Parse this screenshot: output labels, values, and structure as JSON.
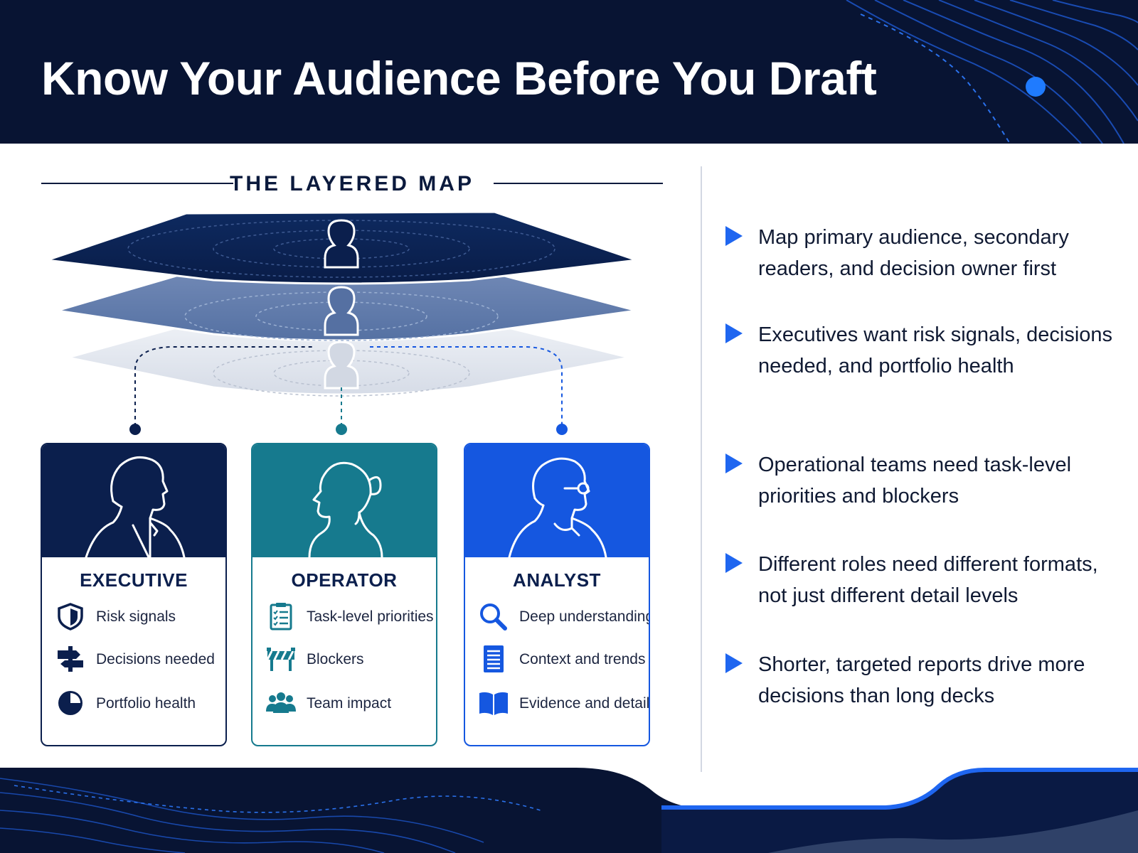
{
  "page": {
    "title": "Know Your Audience Before You Draft"
  },
  "map": {
    "section_title": "THE LAYERED MAP",
    "layer_colors": [
      "#0d2456",
      "#6580ad",
      "#e2e6ee"
    ]
  },
  "personas": [
    {
      "name": "EXECUTIVE",
      "color": "#0b1f4d",
      "items": [
        {
          "label": "Risk signals",
          "icon": "shield-icon"
        },
        {
          "label": "Decisions needed",
          "icon": "signpost-icon"
        },
        {
          "label": "Portfolio health",
          "icon": "pie-chart-icon"
        }
      ]
    },
    {
      "name": "OPERATOR",
      "color": "#167a8e",
      "items": [
        {
          "label": "Task-level priorities",
          "icon": "clipboard-checklist-icon"
        },
        {
          "label": "Blockers",
          "icon": "barrier-icon"
        },
        {
          "label": "Team impact",
          "icon": "team-icon"
        }
      ]
    },
    {
      "name": "ANALYST",
      "color": "#1557e0",
      "items": [
        {
          "label": "Deep understanding",
          "icon": "magnifier-icon"
        },
        {
          "label": "Context and trends",
          "icon": "document-icon"
        },
        {
          "label": "Evidence and detail",
          "icon": "open-book-icon"
        }
      ]
    }
  ],
  "takeaways": [
    "Map primary audience, secondary readers, and decision owner first",
    "Executives want risk signals, decisions needed, and portfolio health",
    "Operational teams need task-level priorities and blockers",
    "Different roles need different formats, not just different detail levels",
    "Shorter, targeted reports drive more decisions than long decks"
  ],
  "colors": {
    "navy": "#081433",
    "accent_blue": "#1f66f0",
    "teal": "#167a8e"
  }
}
